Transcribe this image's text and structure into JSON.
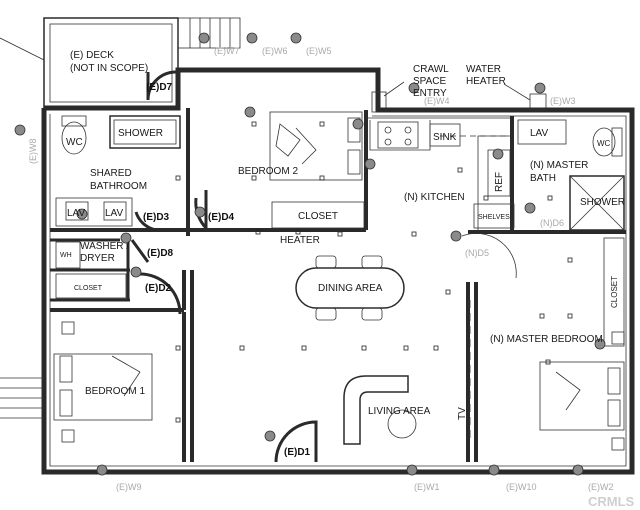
{
  "rooms": {
    "deck": [
      "(E) DECK",
      "(NOT IN SCOPE)"
    ],
    "crawl_space_entry": [
      "CRAWL",
      "SPACE",
      "ENTRY"
    ],
    "water_heater": [
      "WATER",
      "HEATER"
    ],
    "shower_left": "SHOWER",
    "wc_left": "WC",
    "shared_bathroom": [
      "SHARED",
      "BATHROOM"
    ],
    "lav_1": "LAV",
    "lav_2": "LAV",
    "washer_dryer": [
      "WASHER /",
      "DRYER"
    ],
    "wh": "WH",
    "closet_left": "CLOSET",
    "bedroom_2": "BEDROOM 2",
    "closet_bed2": "CLOSET",
    "heater": "HEATER",
    "sink": "SINK",
    "kitchen": "(N) KITCHEN",
    "ref": "REF",
    "shelves": "SHELVES",
    "lav_master": "LAV",
    "wc_master": "WC",
    "master_bath": [
      "(N) MASTER",
      "BATH"
    ],
    "shower_master": "SHOWER",
    "closet_master": "CLOSET",
    "dining_area": "DINING AREA",
    "master_bedroom": "(N) MASTER BEDROOM",
    "bedroom_1": "BEDROOM 1",
    "living_area": "LIVING AREA",
    "tv": "TV"
  },
  "doors": {
    "d1": "(E)D1",
    "d2": "(E)D2",
    "d3": "(E)D3",
    "d4": "(E)D4",
    "d5": "(N)D5",
    "d6": "(N)D6",
    "d7": "(E)D7",
    "d8": "(E)D8"
  },
  "windows": {
    "w1": "(E)W1",
    "w2": "(E)W2",
    "w3": "(E)W3",
    "w4": "(E)W4",
    "w5": "(E)W5",
    "w6": "(E)W6",
    "w7": "(E)W7",
    "w8": "(E)W8",
    "w9": "(E)W9",
    "w10": "(E)W10"
  },
  "watermark": "CRMLS",
  "colors": {
    "line": "#2a2a2a",
    "marker": "#8a8a8a",
    "tag": "#a9a9a9",
    "background": "#ffffff"
  }
}
